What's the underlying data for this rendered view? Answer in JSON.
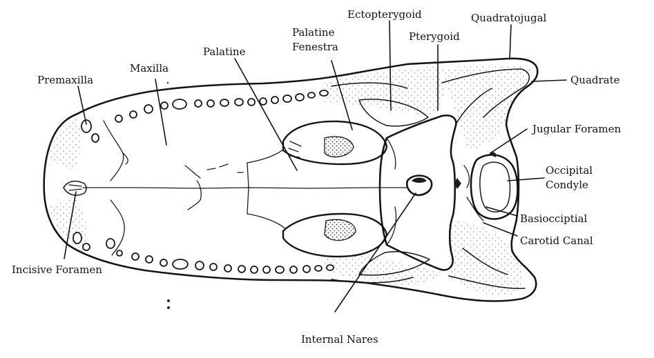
{
  "labels": {
    "ectopterygoid": "Ectopterygoid",
    "quadratojugal": "Quadratojugal",
    "palatine_fenestra_1": "Palatine",
    "palatine_fenestra_2": "Fenestra",
    "pterygoid": "Pterygoid",
    "palatine": "Palatine",
    "maxilla": "Maxilla",
    "premaxilla": "Premaxilla",
    "quadrate": "Quadrate",
    "jugular_foramen": "Jugular Foramen",
    "occipital_condyle_1": "Occipital",
    "occipital_condyle_2": "Condyle",
    "basioccipital": "Basiocciptial",
    "carotid_canal": "Carotid Canal",
    "incisive_foramen": "Incisive Foramen",
    "internal_nares": "Internal Nares"
  }
}
